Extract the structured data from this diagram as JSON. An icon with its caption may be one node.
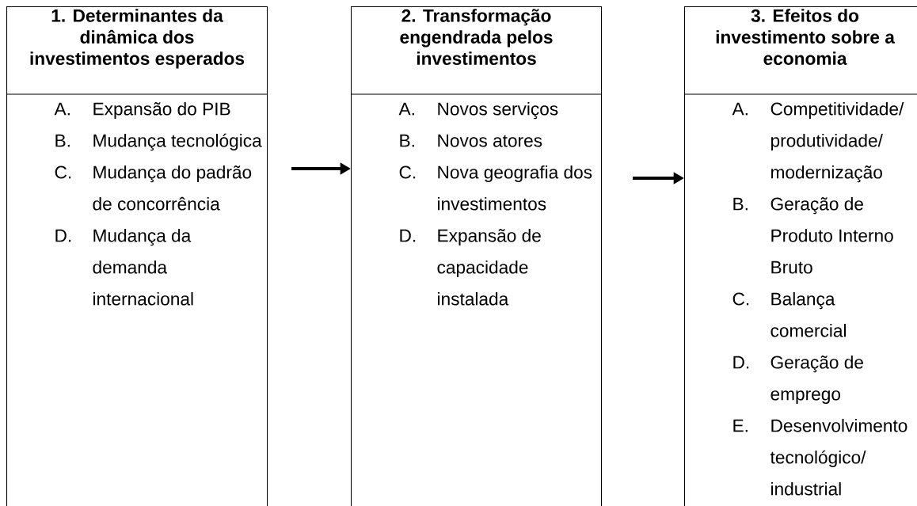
{
  "diagram": {
    "nodes": [
      {
        "text": [
          "1. Determinantes da dinâmica dos investimentos esperados",
          "A.",
          "Expansão do PIB",
          "B.",
          "Mudança tecnológica",
          "C.",
          "Mudança do padrão de concorrência",
          "D.",
          "Mudança da demanda internacional"
        ]
      },
      {
        "text": [
          "2. Transformação engendrada pelos investimentos",
          "A.",
          "Novos serviços",
          "B.",
          "Novos atores",
          "C.",
          "Nova geografia dos investimentos",
          "D.",
          "Expansão de capacidade instalada"
        ]
      },
      {
        "text": [
          "3. Efeitos do investimento sobre a economia",
          "A.",
          "Competitividade/ produtividade/ modernização",
          "B.",
          "Geração de Produto Interno Bruto",
          "C.",
          "Balança comercial",
          "D.",
          "Geração de emprego",
          "E.",
          "Desenvolvimento tecnológico/ industrial"
        ]
      }
    ],
    "edges": [
      {
        "from": 0,
        "to": 1,
        "arrow": "to"
      },
      {
        "from": 1,
        "to": 2,
        "arrow": "to"
      }
    ]
  }
}
